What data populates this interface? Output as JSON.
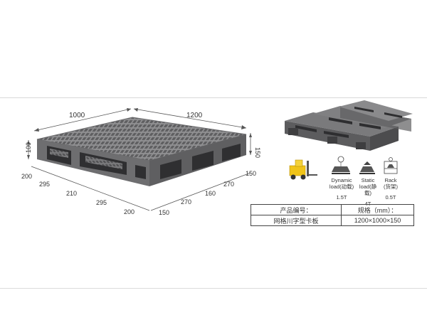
{
  "dimensions": {
    "length_top": "1000",
    "width_top": "1200",
    "height_left": "100",
    "height_right": "150",
    "front_segments": [
      "200",
      "295",
      "210",
      "295",
      "200"
    ],
    "side_segments": [
      "150",
      "270",
      "160",
      "270",
      "150"
    ]
  },
  "loads": [
    {
      "label_line1": "Dynamic",
      "label_line2": "load(动载)",
      "value": "1.5T"
    },
    {
      "label_line1": "Static",
      "label_line2": "load(静载)",
      "value": "4T"
    },
    {
      "label_line1": "Rack",
      "label_line2": "(货架)",
      "value": "0.5T"
    }
  ],
  "spec_table": {
    "header_name": "产品编号：",
    "header_size": "规格（mm）：",
    "product_name": "网格川字型卡板",
    "product_size": "1200×1000×150"
  },
  "colors": {
    "pallet_top": "#8f8f91",
    "pallet_side": "#6b6b6d",
    "pallet_dark": "#4a4a4c",
    "forklift": "#f0c419"
  }
}
